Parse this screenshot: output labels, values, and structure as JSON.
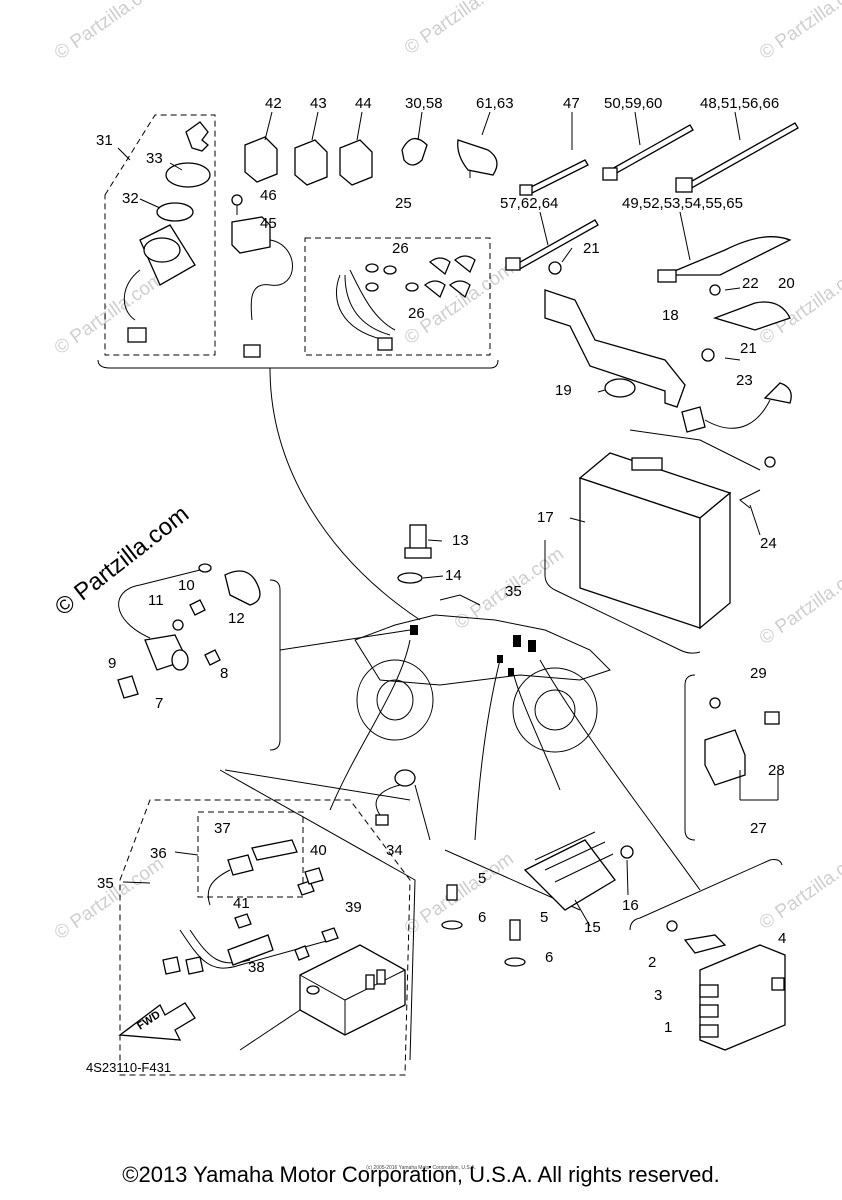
{
  "diagram": {
    "drawing_code": "4S23110-F431",
    "footer": "©2013 Yamaha Motor Corporation, U.S.A. All rights reserved.",
    "tiny_copyright": "(c) 2005-2016 Yamaha Motor Corporation, U.S.A.",
    "watermark": "© Partzilla.com",
    "fwd_arrow_text": "FWD",
    "callouts": [
      "42",
      "43",
      "44",
      "30,58",
      "61,63",
      "47",
      "50,59,60",
      "48,51,56,66",
      "31",
      "33",
      "32",
      "46",
      "45",
      "25",
      "26",
      "26",
      "57,62,64",
      "21",
      "49,52,53,54,55,65",
      "22",
      "20",
      "18",
      "21",
      "19",
      "23",
      "17",
      "24",
      "13",
      "14",
      "35",
      "10",
      "11",
      "12",
      "9",
      "8",
      "7",
      "29",
      "28",
      "27",
      "34",
      "37",
      "36",
      "40",
      "35",
      "41",
      "39",
      "38",
      "5",
      "6",
      "5",
      "6",
      "15",
      "16",
      "2",
      "4",
      "3",
      "1"
    ]
  }
}
